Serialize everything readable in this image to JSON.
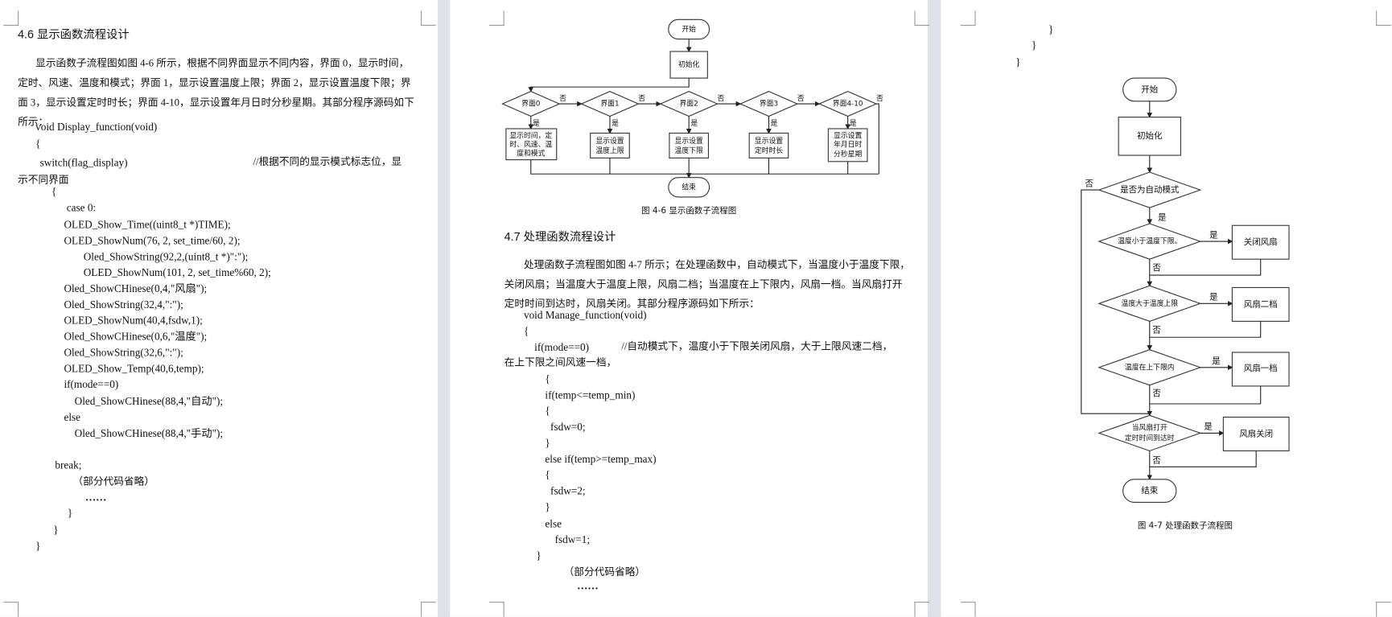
{
  "page1": {
    "heading": "4.6 显示函数流程设计",
    "paragraph": [
      "显示函数子流程图如图 4-6 所示，根据不同界面显示不同内容，界面 0，显示时间，",
      "定时、风速、温度和模式；界面 1，显示设置温度上限；界面 2，显示设置温度下限；界",
      "面 3，显示设置定时时长；界面 4-10，显示设置年月日时分秒星期。其部分程序源码如下",
      "所示："
    ],
    "code": [
      "void Display_function(void)",
      "{",
      "switch(flag_display)",
      "示不同界面",
      "{",
      "case 0:",
      "OLED_Show_Time((uint8_t *)TIME);",
      "OLED_ShowNum(76, 2, set_time/60, 2);",
      "Oled_ShowString(92,2,(uint8_t *)\":\");",
      "OLED_ShowNum(101, 2, set_time%60, 2);",
      "Oled_ShowCHinese(0,4,\"风扇\");",
      "Oled_ShowString(32,4,\":\");",
      "OLED_ShowNum(40,4,fsdw,1);",
      "Oled_ShowCHinese(0,6,\"温度\");",
      "Oled_ShowString(32,6,\":\");",
      "OLED_Show_Temp(40,6,temp);",
      "if(mode==0)",
      "Oled_ShowCHinese(88,4,\"自动\");",
      "else",
      "Oled_ShowCHinese(88,4,\"手动\");",
      "break;",
      "（部分代码省略）",
      "……",
      "}",
      "}",
      "}"
    ],
    "switch_comment": "//根据不同的显示模式标志位，显"
  },
  "figure_4_6": {
    "start": "开始",
    "init": "初始化",
    "decisions": [
      "界面0",
      "界面1",
      "界面2",
      "界面3",
      "界面4-10"
    ],
    "yes": "是",
    "no": "否",
    "boxes": [
      [
        "显示时间，定",
        "时、风速、温",
        "度和模式"
      ],
      [
        "显示设置",
        "温度上限"
      ],
      [
        "显示设置",
        "温度下限"
      ],
      [
        "显示设置",
        "定时时长"
      ],
      [
        "显示设置",
        "年月日时",
        "分秒星期"
      ]
    ],
    "end": "结束",
    "caption": "图 4-6   显示函数子流程图"
  },
  "page2": {
    "heading": "4.7 处理函数流程设计",
    "paragraph": [
      "处理函数子流程图如图 4-7 所示；在处理函数中，自动模式下，当温度小于温度下限，",
      "关闭风扇；当温度大于温度上限，风扇二档；当温度在上下限内，风扇一档。当风扇打开",
      "定时时间到达时，风扇关闭。其部分程序源码如下所示："
    ],
    "code": [
      "void Manage_function(void)",
      "{",
      "if(mode==0)",
      "在上下限之间风速一档，",
      "{",
      "if(temp<=temp_min)",
      "{",
      "fsdw=0;",
      "}",
      "else if(temp>=temp_max)",
      "{",
      "fsdw=2;",
      "}",
      "else",
      "fsdw=1;",
      "}",
      "（部分代码省略）",
      "……"
    ],
    "if_comment": "//自动模式下，温度小于下限关闭风扇，大于上限风速二档，"
  },
  "page3": {
    "code": [
      "}",
      "}",
      "}"
    ]
  },
  "figure_4_7": {
    "start": "开始",
    "init": "初始化",
    "decisions": [
      "是否为自动模式",
      "温度小于温度下限。",
      "温度大于温度上限",
      "温度在上下限内",
      [
        "当风扇打开",
        "定时时间到达时"
      ]
    ],
    "actions": [
      "关闭风扇",
      "风扇二档",
      "风扇一档",
      "风扇关闭"
    ],
    "yes": "是",
    "no": "否",
    "end": "结束",
    "caption": "图 4-7   处理函数子流程图"
  }
}
